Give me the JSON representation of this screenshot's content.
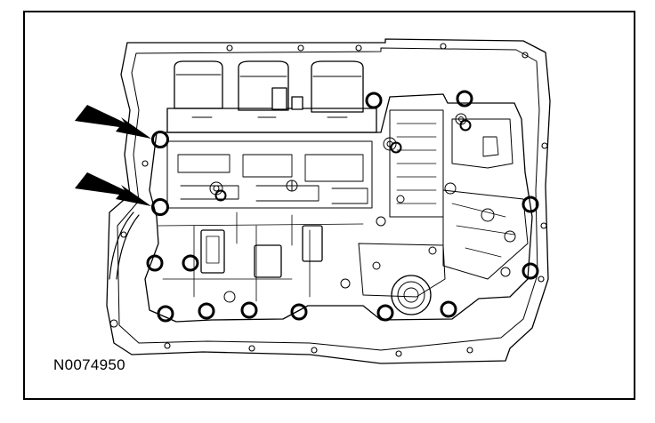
{
  "figure": {
    "id_label": "N0074950",
    "callout_count": 2,
    "highlighted_bolt_count": 17,
    "colors": {
      "line": "#000000",
      "background": "#ffffff"
    }
  }
}
